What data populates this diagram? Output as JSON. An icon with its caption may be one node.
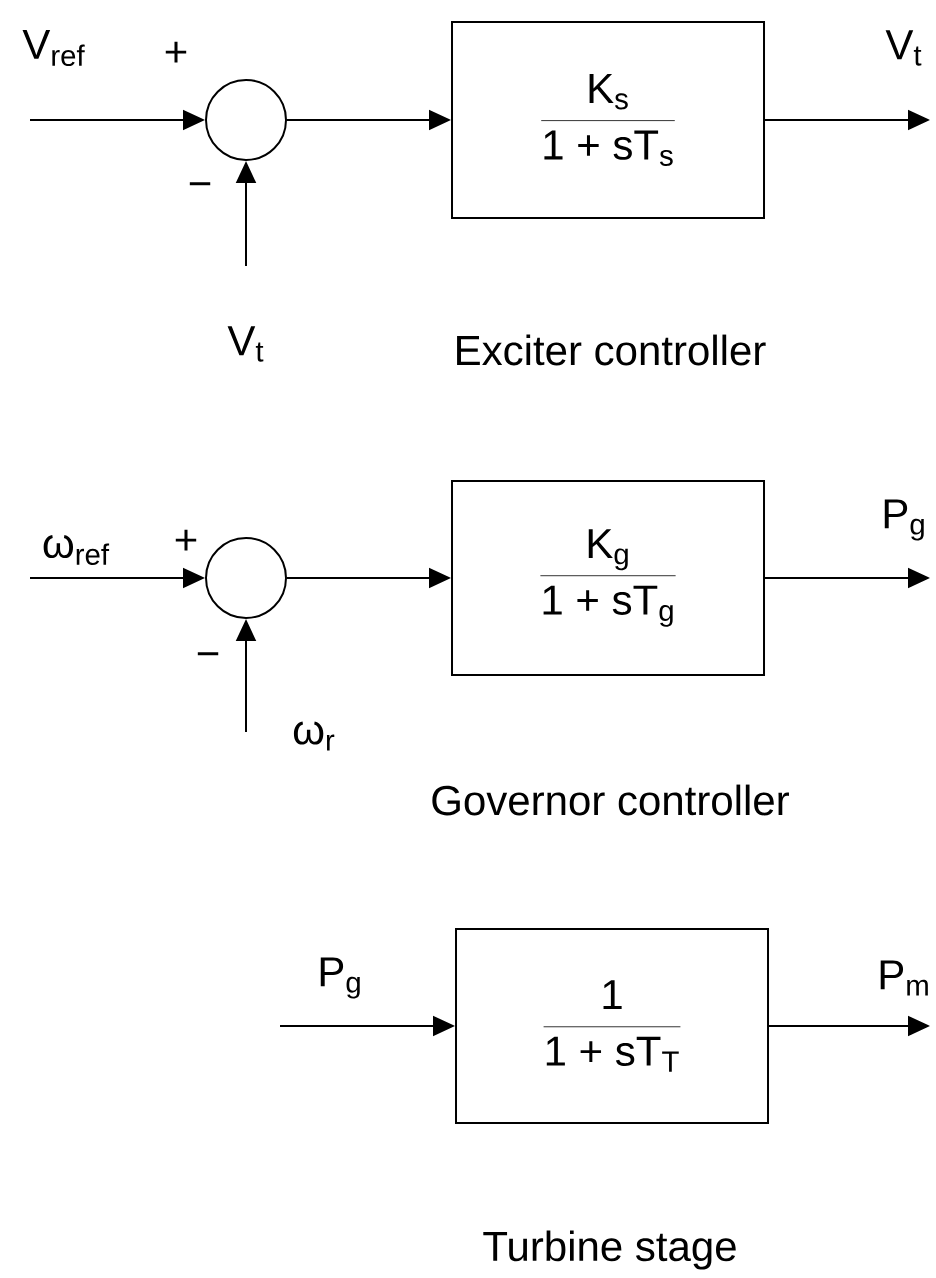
{
  "diagram": {
    "nodes": [
      {
        "text": [],
        "shape": "circle"
      },
      {
        "text": [
          "K$_{s}$",
          "1 + sT$_{s}$"
        ],
        "beside": [
          "Exciter controller"
        ]
      },
      {
        "text": [],
        "shape": "circle"
      },
      {
        "text": [
          "K$_{g}$",
          "1 + sT$_{g}$"
        ],
        "beside": [
          "Governor controller"
        ]
      },
      {
        "text": [
          "1",
          "1 + sT$_{T}$"
        ],
        "beside": [
          "Turbine stage"
        ]
      }
    ],
    "edges": [
      {
        "from": null,
        "to": 0,
        "arrow": "to",
        "label": "V$_{ref}$"
      },
      {
        "from": null,
        "to": 0,
        "arrow": "to",
        "label": "V$_{t}$"
      },
      {
        "from": 0,
        "to": 1,
        "arrow": "to"
      },
      {
        "from": 1,
        "to": null,
        "arrow": "to",
        "label": "V$_{t}$"
      },
      {
        "from": null,
        "to": 2,
        "arrow": "to",
        "label": "ω$_{ref}$"
      },
      {
        "from": null,
        "to": 2,
        "arrow": "to",
        "label": "ω$_{r}$"
      },
      {
        "from": 2,
        "to": 3,
        "arrow": "to"
      },
      {
        "from": 3,
        "to": null,
        "arrow": "to",
        "label": "P$_{g}$"
      },
      {
        "from": null,
        "to": 4,
        "arrow": "to",
        "label": "P$_{g}$"
      },
      {
        "from": 4,
        "to": null,
        "arrow": "to",
        "label": "P$_{m}$"
      }
    ],
    "labels": [
      "+",
      "−",
      "+",
      "−"
    ]
  }
}
